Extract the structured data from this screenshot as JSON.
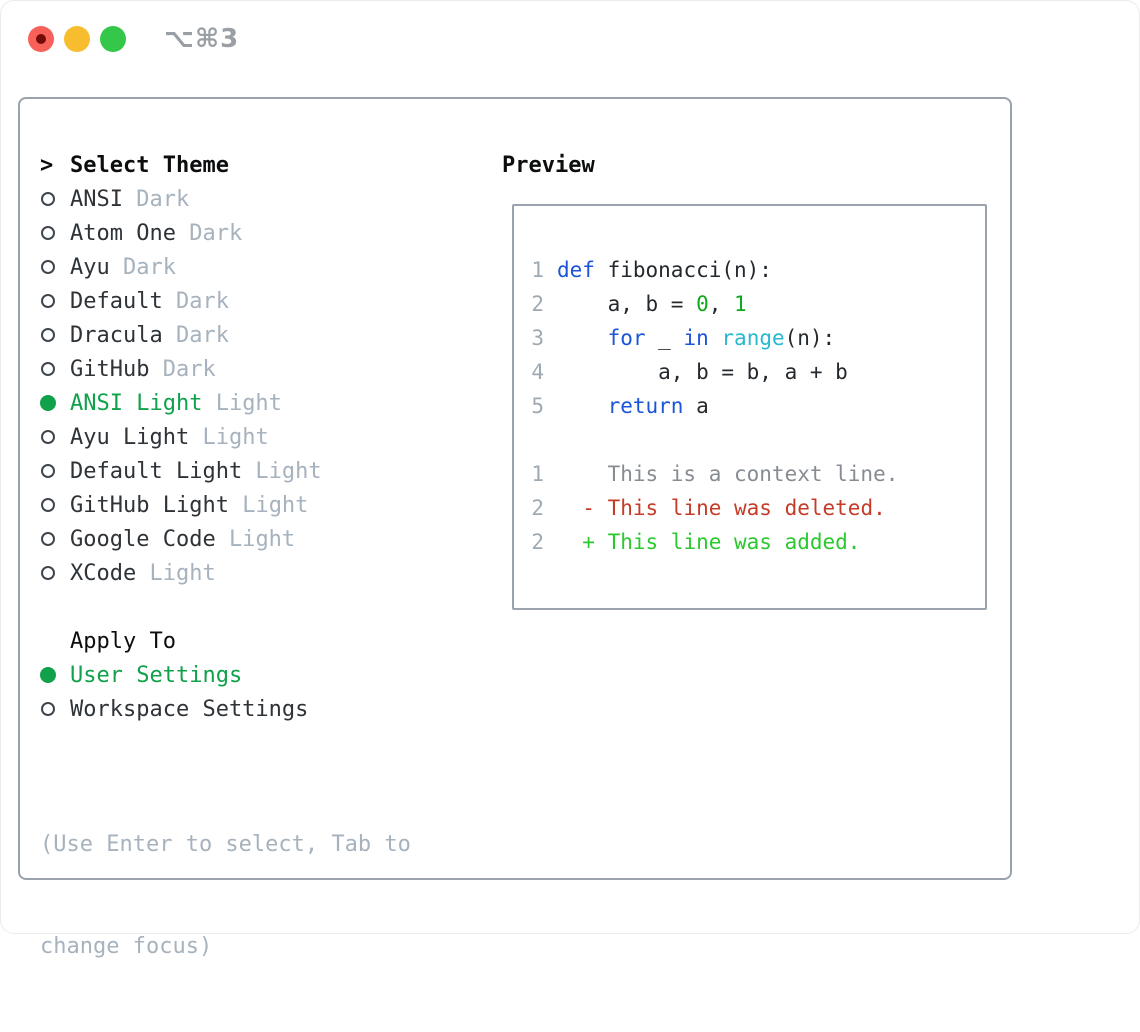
{
  "window": {
    "shortcut_label": "⌥⌘3"
  },
  "colors": {
    "traffic_red": "#f7615a",
    "traffic_red_dot": "#750b06",
    "traffic_yellow": "#f8bd2e",
    "traffic_green": "#34c749",
    "panel_border": "#9aa3ad",
    "selection_green": "#10a14b",
    "keyword_blue": "#1a54d8",
    "builtin_cyan": "#26b9cf",
    "literal_green": "#11a81f",
    "diff_deleted_red": "#c43c28",
    "diff_added_green": "#2bc92f",
    "muted_gray": "#a6b2bd",
    "line_number_gray": "#9fa9b3"
  },
  "theme_panel": {
    "prompt": ">",
    "header": "Select Theme",
    "items": [
      {
        "name": "ANSI",
        "variant": "Dark",
        "selected": false
      },
      {
        "name": "Atom One",
        "variant": "Dark",
        "selected": false
      },
      {
        "name": "Ayu",
        "variant": "Dark",
        "selected": false
      },
      {
        "name": "Default",
        "variant": "Dark",
        "selected": false
      },
      {
        "name": "Dracula",
        "variant": "Dark",
        "selected": false
      },
      {
        "name": "GitHub",
        "variant": "Dark",
        "selected": false
      },
      {
        "name": "ANSI Light",
        "variant": "Light",
        "selected": true
      },
      {
        "name": "Ayu Light",
        "variant": "Light",
        "selected": false
      },
      {
        "name": "Default Light",
        "variant": "Light",
        "selected": false
      },
      {
        "name": "GitHub Light",
        "variant": "Light",
        "selected": false
      },
      {
        "name": "Google Code",
        "variant": "Light",
        "selected": false
      },
      {
        "name": "XCode",
        "variant": "Light",
        "selected": false
      }
    ],
    "apply_to": {
      "header": "Apply To",
      "options": [
        {
          "label": "User Settings",
          "selected": true
        },
        {
          "label": "Workspace Settings",
          "selected": false
        }
      ]
    },
    "help_lines": [
      "(Use Enter to select, Tab to",
      "change focus)"
    ]
  },
  "preview": {
    "header": "Preview",
    "code_lines": [
      {
        "num": "1",
        "tokens": [
          {
            "t": "def",
            "c": "kw"
          },
          {
            "t": " fibonacci(n):",
            "c": "plain"
          }
        ]
      },
      {
        "num": "2",
        "tokens": [
          {
            "t": "    a, b = ",
            "c": "plain"
          },
          {
            "t": "0",
            "c": "num"
          },
          {
            "t": ", ",
            "c": "plain"
          },
          {
            "t": "1",
            "c": "num"
          }
        ]
      },
      {
        "num": "3",
        "tokens": [
          {
            "t": "    ",
            "c": "plain"
          },
          {
            "t": "for",
            "c": "kw"
          },
          {
            "t": " _ ",
            "c": "plain"
          },
          {
            "t": "in",
            "c": "kw"
          },
          {
            "t": " ",
            "c": "plain"
          },
          {
            "t": "range",
            "c": "builtin"
          },
          {
            "t": "(n):",
            "c": "plain"
          }
        ]
      },
      {
        "num": "4",
        "tokens": [
          {
            "t": "        a, b = b, a + b",
            "c": "plain"
          }
        ]
      },
      {
        "num": "5",
        "tokens": [
          {
            "t": "    ",
            "c": "plain"
          },
          {
            "t": "return",
            "c": "kw"
          },
          {
            "t": " a",
            "c": "plain"
          }
        ]
      }
    ],
    "diff_lines": [
      {
        "num": "1",
        "tokens": [
          {
            "t": "    This is a context line.",
            "c": "ctx"
          }
        ]
      },
      {
        "num": "2",
        "tokens": [
          {
            "t": "  ",
            "c": "plain"
          },
          {
            "t": "- This line was deleted.",
            "c": "del"
          }
        ]
      },
      {
        "num": "2",
        "tokens": [
          {
            "t": "  ",
            "c": "plain"
          },
          {
            "t": "+ This line was added.",
            "c": "add"
          }
        ]
      }
    ]
  }
}
